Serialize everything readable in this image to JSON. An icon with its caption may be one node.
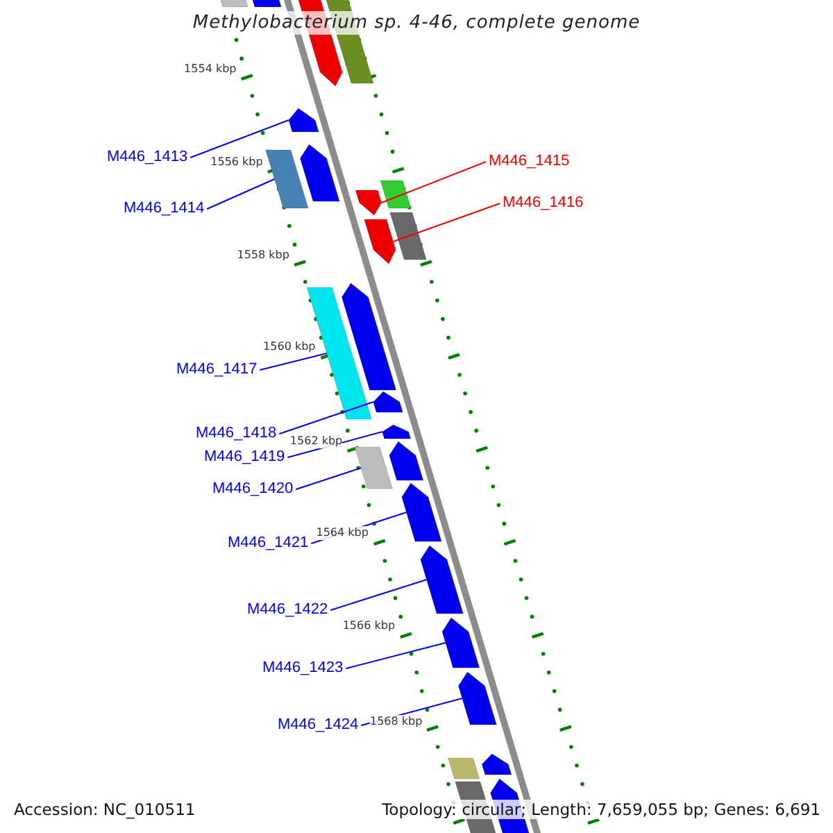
{
  "diagram": {
    "title": "Methylobacterium sp. 4-46, complete genome",
    "nodes": [
      {
        "text": [
          "M446_1413"
        ]
      },
      {
        "text": [
          "M446_1414"
        ]
      },
      {
        "text": [
          "M446_1415"
        ]
      },
      {
        "text": [
          "M446_1416"
        ]
      },
      {
        "text": [
          "M446_1417"
        ]
      },
      {
        "text": [
          "M446_1418"
        ]
      },
      {
        "text": [
          "M446_1419"
        ]
      },
      {
        "text": [
          "M446_1420"
        ]
      },
      {
        "text": [
          "M446_1421"
        ]
      },
      {
        "text": [
          "M446_1422"
        ]
      },
      {
        "text": [
          "M446_1423"
        ]
      },
      {
        "text": [
          "M446_1424"
        ]
      },
      {
        "text": [],
        "shape": "bar"
      },
      {
        "text": [],
        "shape": "arrow"
      },
      {
        "text": [],
        "shape": "arrow"
      },
      {
        "text": [],
        "shape": "bar"
      },
      {
        "text": [],
        "shape": "arrow"
      },
      {
        "text": [],
        "shape": "arrow"
      },
      {
        "text": [],
        "shape": "bar"
      },
      {
        "text": [],
        "shape": "bar"
      },
      {
        "text": [],
        "shape": "arrow"
      },
      {
        "text": [],
        "shape": "bar"
      },
      {
        "text": [],
        "shape": "arrow"
      },
      {
        "text": [],
        "shape": "arrow"
      },
      {
        "text": [],
        "shape": "bar"
      },
      {
        "text": [],
        "shape": "arrow"
      },
      {
        "text": [],
        "shape": "arrow"
      },
      {
        "text": [],
        "shape": "arrow"
      },
      {
        "text": [],
        "shape": "bar"
      },
      {
        "text": [],
        "shape": "arrow"
      },
      {
        "text": [],
        "shape": "arrow"
      },
      {
        "text": [],
        "shape": "arrow"
      },
      {
        "text": [],
        "shape": "arrow"
      },
      {
        "text": [],
        "shape": "arrow"
      },
      {
        "text": [],
        "shape": "bar"
      },
      {
        "text": [],
        "shape": "arrow"
      },
      {
        "text": [],
        "shape": "bar"
      }
    ],
    "edges": [
      {
        "from": 0,
        "to": 16,
        "arrow": "none"
      },
      {
        "from": 1,
        "to": 18,
        "arrow": "none"
      },
      {
        "from": 2,
        "to": 20,
        "arrow": "none",
        "color": "#ff0000"
      },
      {
        "from": 3,
        "to": 22,
        "arrow": "none",
        "color": "#ff0000"
      },
      {
        "from": 4,
        "to": 24,
        "arrow": "none"
      },
      {
        "from": 5,
        "to": 25,
        "arrow": "none"
      },
      {
        "from": 6,
        "to": 26,
        "arrow": "none"
      },
      {
        "from": 7,
        "to": 28,
        "arrow": "none"
      },
      {
        "from": 8,
        "to": 29,
        "arrow": "none"
      },
      {
        "from": 9,
        "to": 30,
        "arrow": "none"
      },
      {
        "from": 10,
        "to": 31,
        "arrow": "none"
      },
      {
        "from": 11,
        "to": 32,
        "arrow": "none"
      }
    ],
    "labels": [
      "1554 kbp",
      "1556 kbp",
      "1558 kbp",
      "1560 kbp",
      "1562 kbp",
      "1564 kbp",
      "1566 kbp",
      "1568 kbp",
      "Accession: NC_010511",
      "Topology: circular; Length: 7,659,055 bp; Genes: 6,691"
    ]
  }
}
